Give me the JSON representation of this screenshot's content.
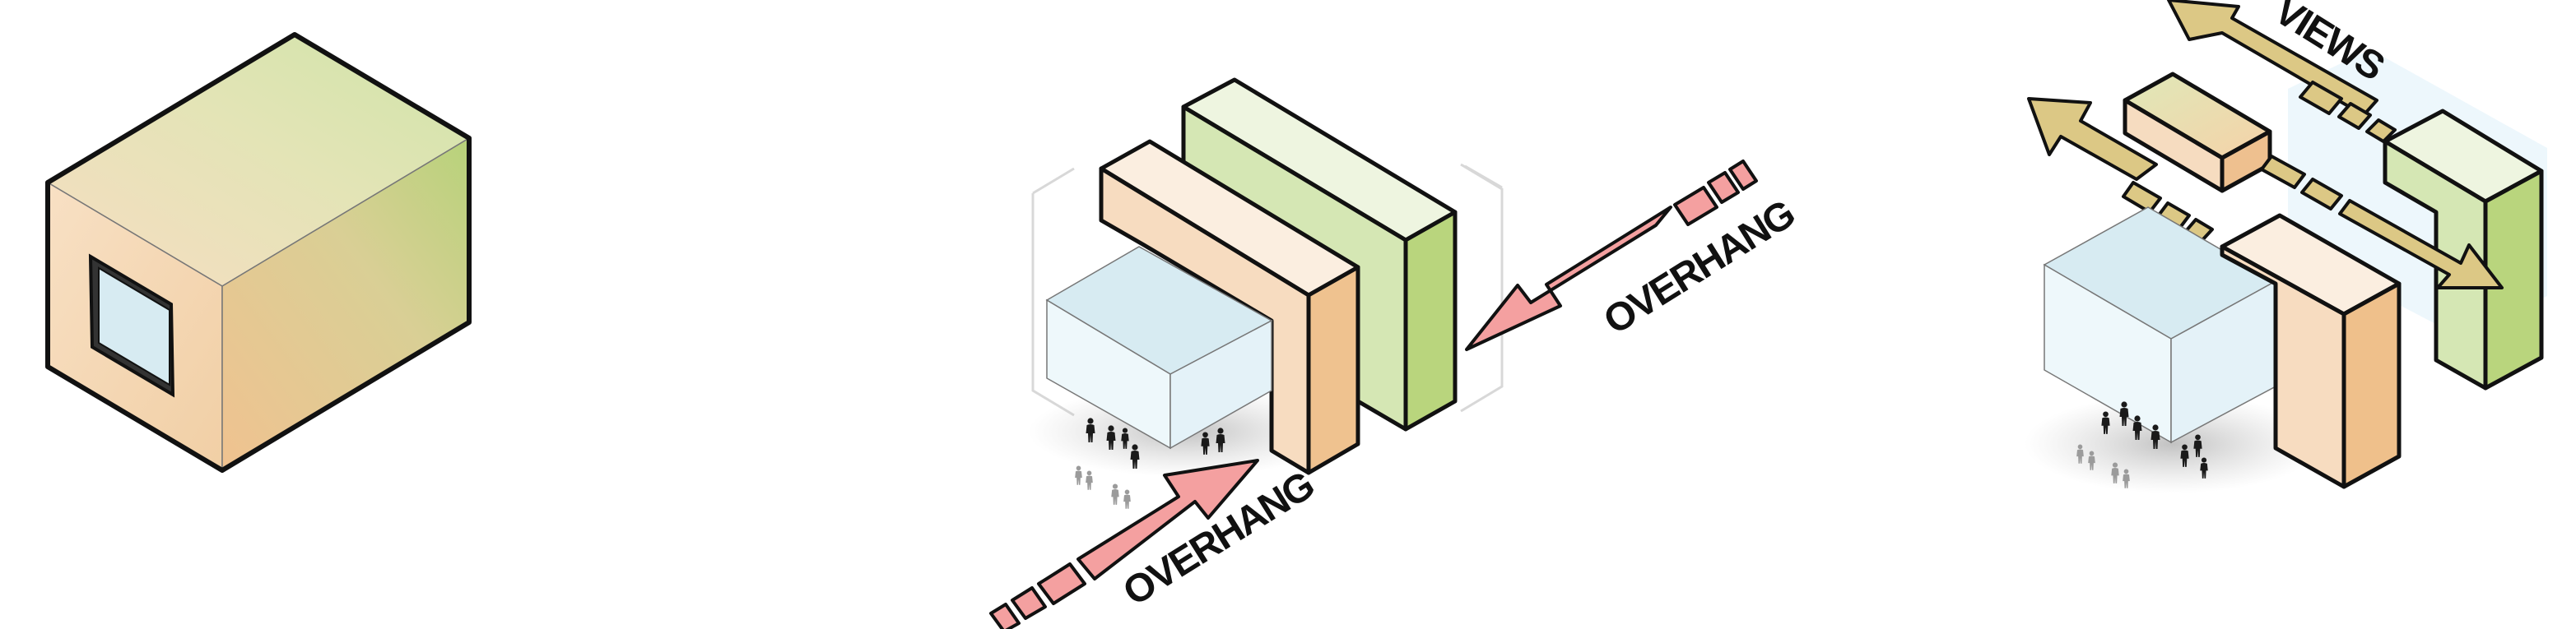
{
  "labels": {
    "overhang_top": "OVERHANG",
    "overhang_bottom": "OVERHANG",
    "views": "VIEWS"
  },
  "colors": {
    "outline": "#111111",
    "peach": "#f5dcc0",
    "peach_dark": "#eec08f",
    "green": "#d7e8b8",
    "green_dark": "#b8d47a",
    "blue_top": "#d7ebf2",
    "blue_side": "#eef7fb",
    "arrow_red": "#f4a0a0",
    "arrow_tan": "#dcc885",
    "people": "#1a1a1a",
    "people_ghost": "#9b9b9b"
  },
  "panels": [
    {
      "name": "basic-volume"
    },
    {
      "name": "overhang-volumes"
    },
    {
      "name": "views-volumes"
    }
  ]
}
